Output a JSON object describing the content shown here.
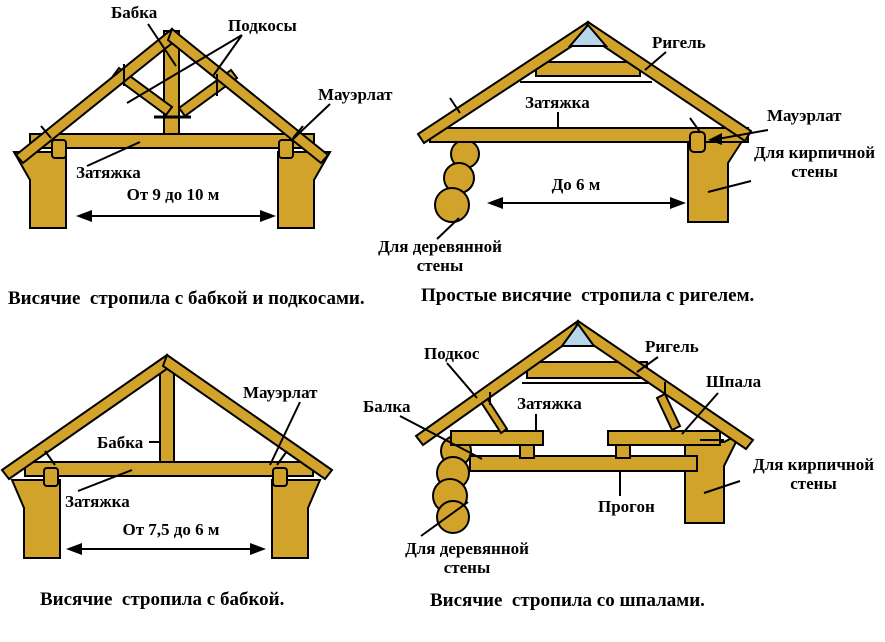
{
  "colors": {
    "wood": "#d1a32b",
    "outline": "#000000",
    "skylight": "#b5d7e9",
    "text": "#000000",
    "background": "#ffffff"
  },
  "diagrams": {
    "babka_podkosy": {
      "caption": "Висячие  стропила с бабкой и подкосами.",
      "dimension": "От 9 до 10 м",
      "labels": {
        "babka": "Бабка",
        "podkosy": "Подкосы",
        "mauerlat": "Мауэрлат",
        "zatyazhka": "Затяжка"
      }
    },
    "rigel": {
      "caption": "Простые висячие  стропила с ригелем.",
      "dimension": "До 6 м",
      "labels": {
        "rigel": "Ригель",
        "zatyazhka": "Затяжка",
        "mauerlat": "Мауэрлат",
        "brick_wall": "Для кирпичной\nстены",
        "wood_wall": "Для деревянной\nстены"
      }
    },
    "babka": {
      "caption": "Висячие  стропила с бабкой.",
      "dimension": "От 7,5 до 6 м",
      "labels": {
        "mauerlat": "Мауэрлат",
        "babka": "Бабка",
        "zatyazhka": "Затяжка"
      }
    },
    "shpaly": {
      "caption": "Висячие  стропила со шпалами.",
      "labels": {
        "podkos": "Подкос",
        "rigel": "Ригель",
        "shpala": "Шпала",
        "zatyazhka": "Затяжка",
        "balka": "Балка",
        "progon": "Прогон",
        "brick_wall": "Для кирпичной\nстены",
        "wood_wall": "Для деревянной\nстены"
      }
    }
  }
}
